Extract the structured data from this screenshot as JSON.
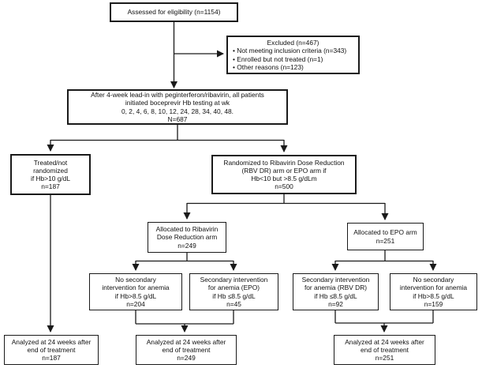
{
  "diagram": {
    "type": "flowchart",
    "title_semantic": "CONSORT-style patient flow diagram for boceprevir anemia management trial",
    "background_color": "#ffffff",
    "box_border_color": "#1a1a1a",
    "line_color": "#1a1a1a",
    "nodes": {
      "assessed": {
        "lines": [
          "Assessed for eligibility (n=1154)"
        ]
      },
      "excluded": {
        "title": "Excluded (n=467)",
        "bullets": [
          "Not meeting inclusion criteria (n=343)",
          "Enrolled but not treated (n=1)",
          "Other reasons (n=123)"
        ]
      },
      "leadin": {
        "lines": [
          "After 4-week lead-in with peginterferon/ribavirin, all patients",
          "initiated boceprevir Hb testing at wk",
          "0, 2, 4, 6, 8, 10, 12, 24, 28, 34, 40, 48.",
          "N=687"
        ]
      },
      "treated": {
        "lines": [
          "Treated/not",
          "randomized",
          "if Hb>10 g/dL",
          "n=187"
        ]
      },
      "randomized": {
        "lines": [
          "Randomized to Ribavirin Dose Reduction",
          "(RBV DR) arm or EPO arm if",
          "Hb<10 but >8.5 g/dLm",
          "n=500"
        ]
      },
      "alloc_rbv": {
        "lines": [
          "Allocated to Ribavirin",
          "Dose Reduction arm",
          "n=249"
        ]
      },
      "alloc_epo": {
        "lines": [
          "Allocated to EPO arm",
          "n=251"
        ]
      },
      "no_sec_rbv": {
        "lines": [
          "No secondary",
          "intervention for anemia",
          "if Hb>8.5 g/dL",
          "n=204"
        ]
      },
      "sec_epo": {
        "lines": [
          "Secondary intervention",
          "for anemia (EPO)",
          "if Hb ≤8.5 g/dL",
          "n=45"
        ]
      },
      "sec_rbv": {
        "lines": [
          "Secondary intervention",
          "for anemia (RBV DR)",
          "if Hb ≤8.5 g/dL",
          "n=92"
        ]
      },
      "no_sec_epo": {
        "lines": [
          "No secondary",
          "intervention for anemia",
          "if Hb>8.5 g/dL",
          "n=159"
        ]
      },
      "analyzed_left": {
        "lines": [
          "Analyzed at 24 weeks after",
          "end of treatment",
          "n=187"
        ]
      },
      "analyzed_mid": {
        "lines": [
          "Analyzed at 24 weeks after",
          "end of treatment",
          "n=249"
        ]
      },
      "analyzed_right": {
        "lines": [
          "Analyzed at 24 weeks after",
          "end of treatment",
          "n=251"
        ]
      }
    },
    "edges": [
      {
        "from": "assessed",
        "to": "leadin"
      },
      {
        "from": "assessed",
        "to": "excluded"
      },
      {
        "from": "leadin",
        "to": "treated"
      },
      {
        "from": "leadin",
        "to": "randomized"
      },
      {
        "from": "randomized",
        "to": "alloc_rbv"
      },
      {
        "from": "randomized",
        "to": "alloc_epo"
      },
      {
        "from": "alloc_rbv",
        "to": "no_sec_rbv"
      },
      {
        "from": "alloc_rbv",
        "to": "sec_epo"
      },
      {
        "from": "alloc_epo",
        "to": "sec_rbv"
      },
      {
        "from": "alloc_epo",
        "to": "no_sec_epo"
      },
      {
        "from": "treated",
        "to": "analyzed_left"
      },
      {
        "from": "no_sec_rbv",
        "to": "analyzed_mid"
      },
      {
        "from": "sec_epo",
        "to": "analyzed_mid"
      },
      {
        "from": "sec_rbv",
        "to": "analyzed_right"
      },
      {
        "from": "no_sec_epo",
        "to": "analyzed_right"
      }
    ]
  }
}
